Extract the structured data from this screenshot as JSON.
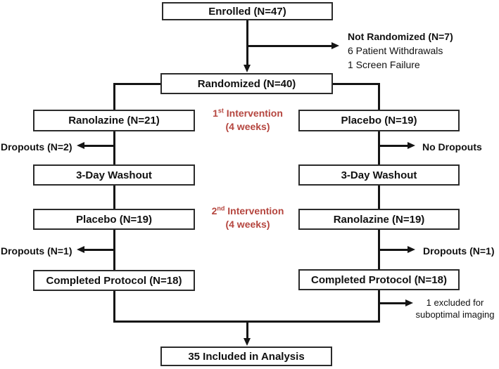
{
  "diagram": {
    "title_semantic": "crossover-trial-consort-flow",
    "colors": {
      "background": "#ffffff",
      "line": "#151515",
      "accent_red": "#b5463f",
      "box_border": "#2b2b2b",
      "text": "#111111"
    },
    "boxes": {
      "enrolled": "Enrolled (N=47)",
      "randomized": "Randomized (N=40)",
      "left_arm_first": "Ranolazine (N=21)",
      "right_arm_first": "Placebo (N=19)",
      "left_washout": "3-Day Washout",
      "right_washout": "3-Day Washout",
      "left_arm_second": "Placebo (N=19)",
      "right_arm_second": "Ranolazine (N=19)",
      "left_completed": "Completed Protocol (N=18)",
      "right_completed": "Completed Protocol (N=18)",
      "analysis": "35 Included in Analysis"
    },
    "annotations": {
      "not_randomized_title": "Not Randomized (N=7)",
      "not_randomized_reason1": "6 Patient Withdrawals",
      "not_randomized_reason2": "1 Screen Failure",
      "left_dropouts_first": "Dropouts (N=2)",
      "right_no_dropouts": "No Dropouts",
      "left_dropouts_second": "Dropouts (N=1)",
      "right_dropouts_second": "Dropouts (N=1)",
      "excluded_line1": "1 excluded for",
      "excluded_line2": "suboptimal imaging"
    },
    "interventions": {
      "first": {
        "ordinal": "1",
        "suffix": "st",
        "text": " Intervention",
        "duration": "(4 weeks)"
      },
      "second": {
        "ordinal": "2",
        "suffix": "nd",
        "text": " Intervention",
        "duration": "(4 weeks)"
      }
    }
  }
}
